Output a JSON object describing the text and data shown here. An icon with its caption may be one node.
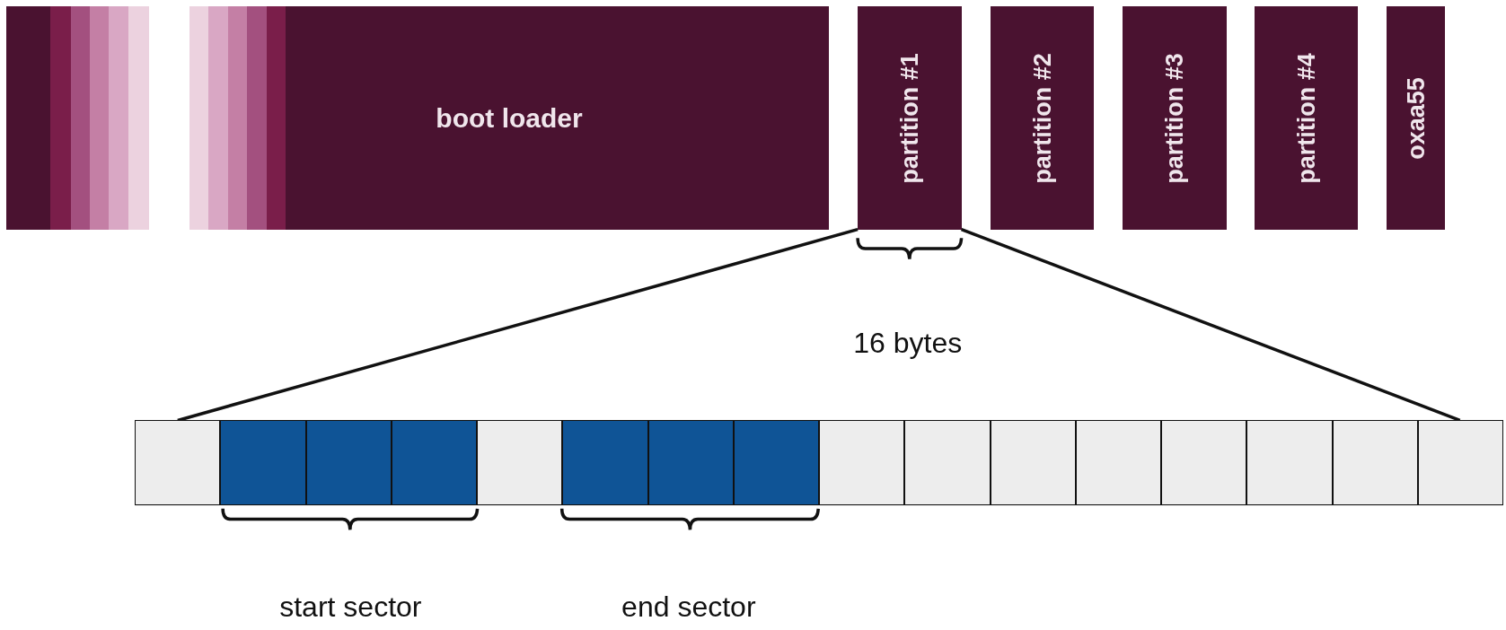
{
  "diagram": {
    "nodes": [
      {
        "text": [],
        "shape": "bar"
      },
      {
        "text": [
          "boot loader"
        ]
      },
      {
        "text": [
          "partition #1"
        ]
      },
      {
        "text": [
          "partition #2"
        ]
      },
      {
        "text": [
          "partition #3"
        ]
      },
      {
        "text": [
          "partition #4"
        ]
      },
      {
        "text": [
          "oxaa55"
        ]
      },
      {
        "text": [],
        "shape": "bar"
      },
      {
        "text": [],
        "shape": "box",
        "in": 7
      },
      {
        "text": [],
        "shape": "box",
        "in": 7
      },
      {
        "text": [],
        "shape": "box",
        "in": 7
      },
      {
        "text": [],
        "shape": "box",
        "in": 7
      },
      {
        "text": [],
        "shape": "box",
        "in": 7
      },
      {
        "text": [],
        "shape": "box",
        "in": 7
      },
      {
        "text": [],
        "shape": "box",
        "in": 7
      },
      {
        "text": [],
        "shape": "box",
        "in": 7
      },
      {
        "text": [],
        "shape": "box",
        "in": 7
      },
      {
        "text": [],
        "shape": "box",
        "in": 7
      },
      {
        "text": [],
        "shape": "box",
        "in": 7
      },
      {
        "text": [],
        "shape": "box",
        "in": 7
      },
      {
        "text": [],
        "shape": "box",
        "in": 7
      },
      {
        "text": [],
        "shape": "box",
        "in": 7
      },
      {
        "text": [],
        "shape": "box",
        "in": 7
      },
      {
        "text": [],
        "shape": "box",
        "in": 7
      }
    ],
    "edges": [
      {
        "from": 2,
        "to": 7,
        "arrow": "none"
      },
      {
        "from": 2,
        "to": 7,
        "arrow": "none"
      }
    ],
    "labels": [
      "16 bytes",
      "start sector",
      "end sector"
    ]
  }
}
